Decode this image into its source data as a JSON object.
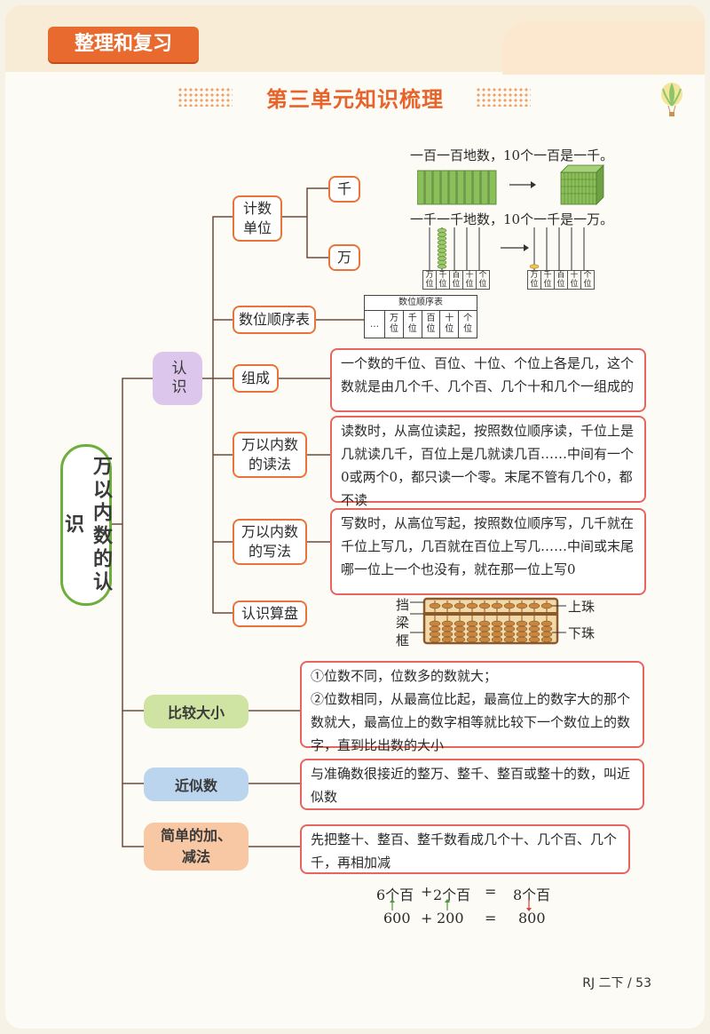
{
  "header": {
    "section": "整理和复习",
    "title": "第三单元知识梳理"
  },
  "root": {
    "label": "万以内数的认识"
  },
  "recognize": {
    "label": "认识",
    "counting_unit": {
      "label": "计数单位",
      "thousand": "千",
      "ten_thousand": "万"
    },
    "counting_text_1": "一百一百地数，10个一百是一千。",
    "counting_text_2": "一千一千地数，10个一千是一万。",
    "abacus_labels_1": [
      "万位",
      "千位",
      "百位",
      "十位",
      "个位"
    ],
    "abacus_labels_2": [
      "万位",
      "千位",
      "百位",
      "十位",
      "个位"
    ],
    "place_table": {
      "label": "数位顺序表",
      "header": "数位顺序表",
      "cells": [
        "…",
        "万位",
        "千位",
        "百位",
        "十位",
        "个位"
      ]
    },
    "composition": {
      "label": "组成",
      "text": "一个数的千位、百位、十位、个位上各是几，这个数就是由几个千、几个百、几个十和几个一组成的"
    },
    "reading": {
      "label": "万以内数的读法",
      "text": "读数时，从高位读起，按照数位顺序读，千位上是几就读几千，百位上是几就读几百……中间有一个0或两个0，都只读一个零。末尾不管有几个0，都不读"
    },
    "writing": {
      "label": "万以内数的写法",
      "text": "写数时，从高位写起，按照数位顺序写，几千就在千位上写几，几百就在百位上写几……中间或末尾哪一位上一个也没有，就在那一位上写0"
    },
    "abacus": {
      "label": "认识算盘",
      "dang": "挡",
      "liang": "梁",
      "kuang": "框",
      "upper": "上珠",
      "lower": "下珠"
    }
  },
  "compare": {
    "label": "比较大小",
    "line1": "①位数不同，位数多的数就大；",
    "line2": "②位数相同，从最高位比起，最高位上的数字大的那个数就大，最高位上的数字相等就比较下一个数位上的数字，直到比出数的大小"
  },
  "approx": {
    "label": "近似数",
    "text": "与准确数很接近的整万、整千、整百或整十的数，叫近似数"
  },
  "addsub": {
    "label": "简单的加、减法",
    "text": "先把整十、整百、整千数看成几个十、几个百、几个千，再相加减"
  },
  "example": {
    "top_a": "6个百",
    "plus": "+",
    "top_b": "2个百",
    "eq": "=",
    "top_c": "8个百",
    "bot_a": "600",
    "bot_b": "200",
    "bot_c": "800"
  },
  "footer": {
    "page": "RJ 二下 / 53"
  },
  "colors": {
    "orange": "#e9743a",
    "red_border": "#e7655f",
    "purple": "#dcc6ec",
    "green": "#cfe3a2",
    "blue": "#bcd5ee",
    "peach": "#f8c7a3"
  }
}
